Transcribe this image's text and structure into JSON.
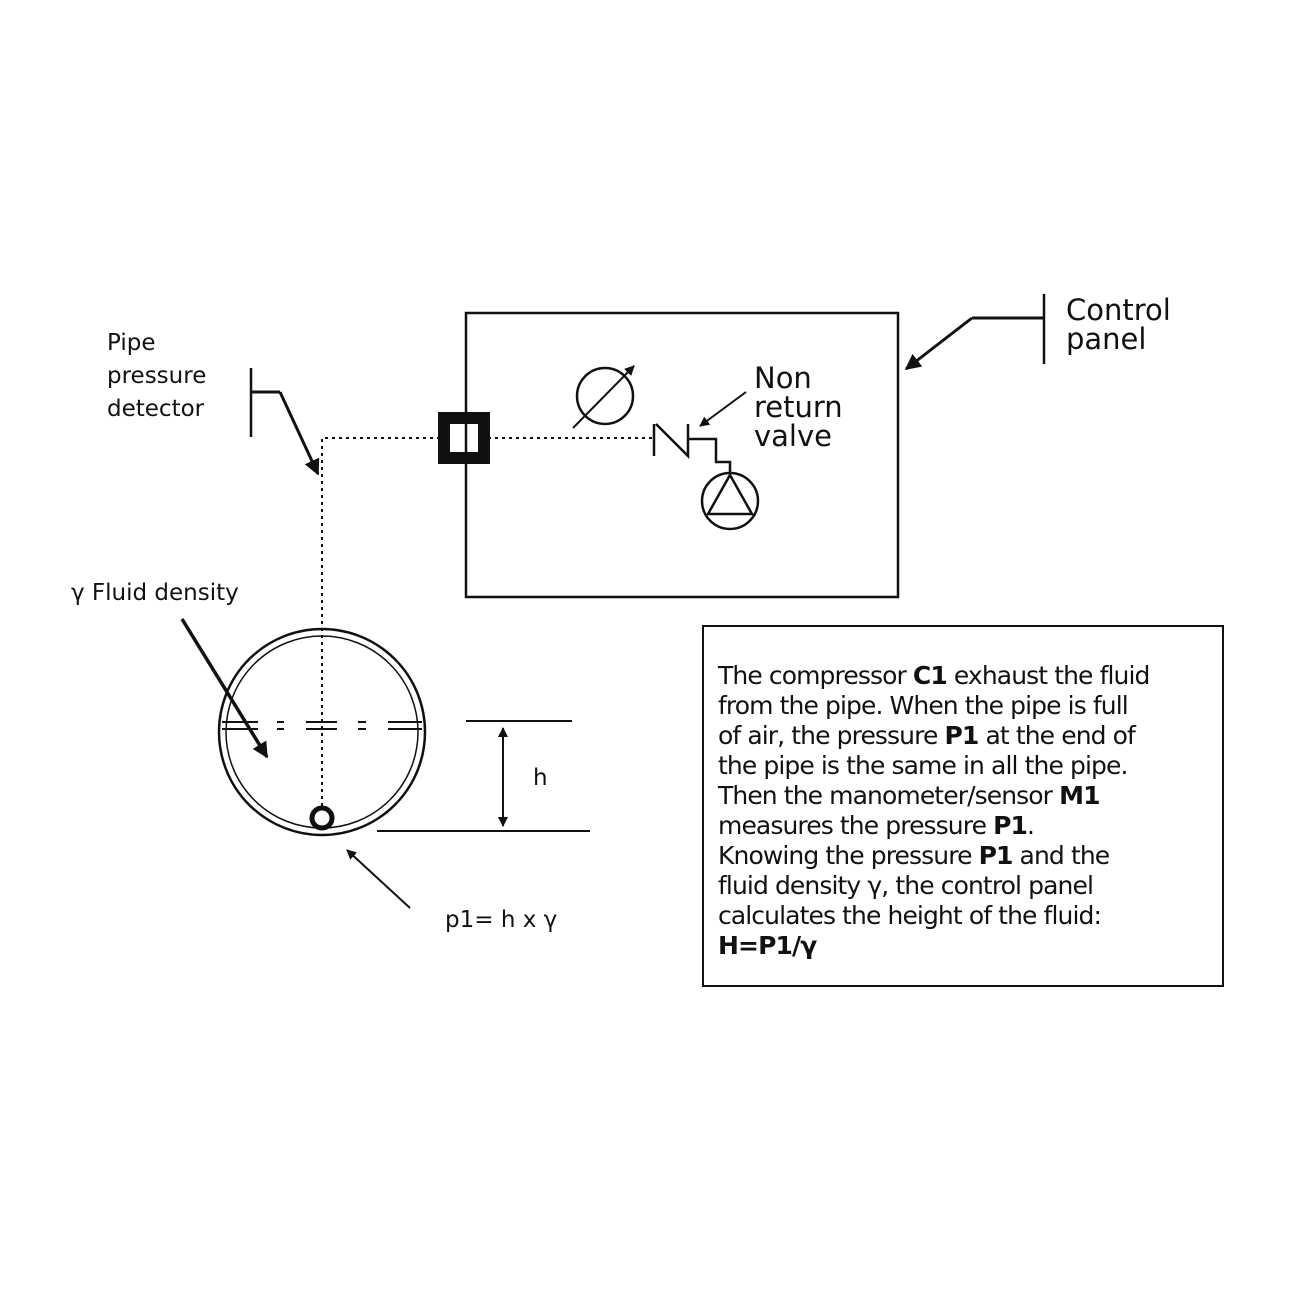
{
  "labels": {
    "pipe_pressure_detector": [
      "Pipe",
      "pressure",
      "detector"
    ],
    "control_panel": [
      "Control",
      "panel"
    ],
    "non_return_valve": [
      "Non",
      "return",
      "valve"
    ],
    "fluid_density": "γ Fluid density",
    "height": "h",
    "formula": "p1= h x γ"
  },
  "info_text": [
    [
      {
        "t": "The compressor "
      },
      {
        "t": "C1",
        "b": true
      },
      {
        "t": " exhaust the fluid"
      }
    ],
    [
      {
        "t": "from the pipe. When the pipe is full"
      }
    ],
    [
      {
        "t": "of air, the pressure "
      },
      {
        "t": "P1",
        "b": true
      },
      {
        "t": " at the end of"
      }
    ],
    [
      {
        "t": "the pipe is the same in all the pipe."
      }
    ],
    [
      {
        "t": "Then the manometer/sensor "
      },
      {
        "t": "M1",
        "b": true
      }
    ],
    [
      {
        "t": "measures the pressure "
      },
      {
        "t": "P1",
        "b": true
      },
      {
        "t": "."
      }
    ],
    [
      {
        "t": "Knowing the pressure "
      },
      {
        "t": "P1",
        "b": true
      },
      {
        "t": " and the"
      }
    ],
    [
      {
        "t": "fluid density γ, the control panel"
      }
    ],
    [
      {
        "t": "calculates the height of the fluid:"
      }
    ],
    [
      {
        "t": "H=P1/γ",
        "b": true
      }
    ]
  ]
}
